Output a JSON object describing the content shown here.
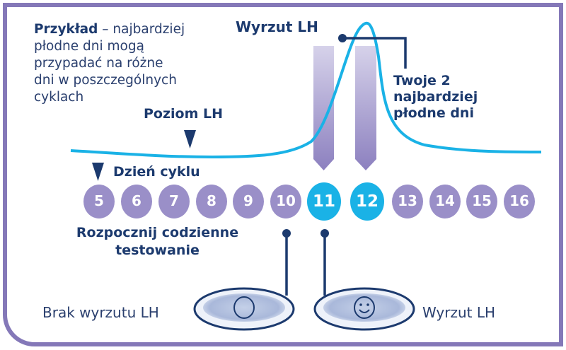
{
  "intro": {
    "bold": "Przykład",
    "rest_lines": [
      " – najbardziej",
      "płodne dni mogą",
      "przypadać na różne",
      "dni w poszczególnych",
      "cyklach"
    ]
  },
  "surge_label": "Wyrzut LH",
  "fertile_label": [
    "Twoje 2",
    "najbardziej",
    "płodne dni"
  ],
  "lh_level_label": "Poziom LH",
  "cycle_day_label": "Dzień cyklu",
  "days": [
    "5",
    "6",
    "7",
    "8",
    "9",
    "10",
    "11",
    "12",
    "13",
    "14",
    "15",
    "16"
  ],
  "highlighted_days": [
    "11",
    "12"
  ],
  "start_testing_label": [
    "Rozpocznij codzienne",
    "testowanie"
  ],
  "result_no_surge": "Brak wyrzutu LH",
  "result_surge": "Wyrzut LH",
  "colors": {
    "navy": "#1c3a6e",
    "cyan": "#1ab2e6",
    "purple": "#9a8fc8",
    "frame": "#8478b8"
  }
}
